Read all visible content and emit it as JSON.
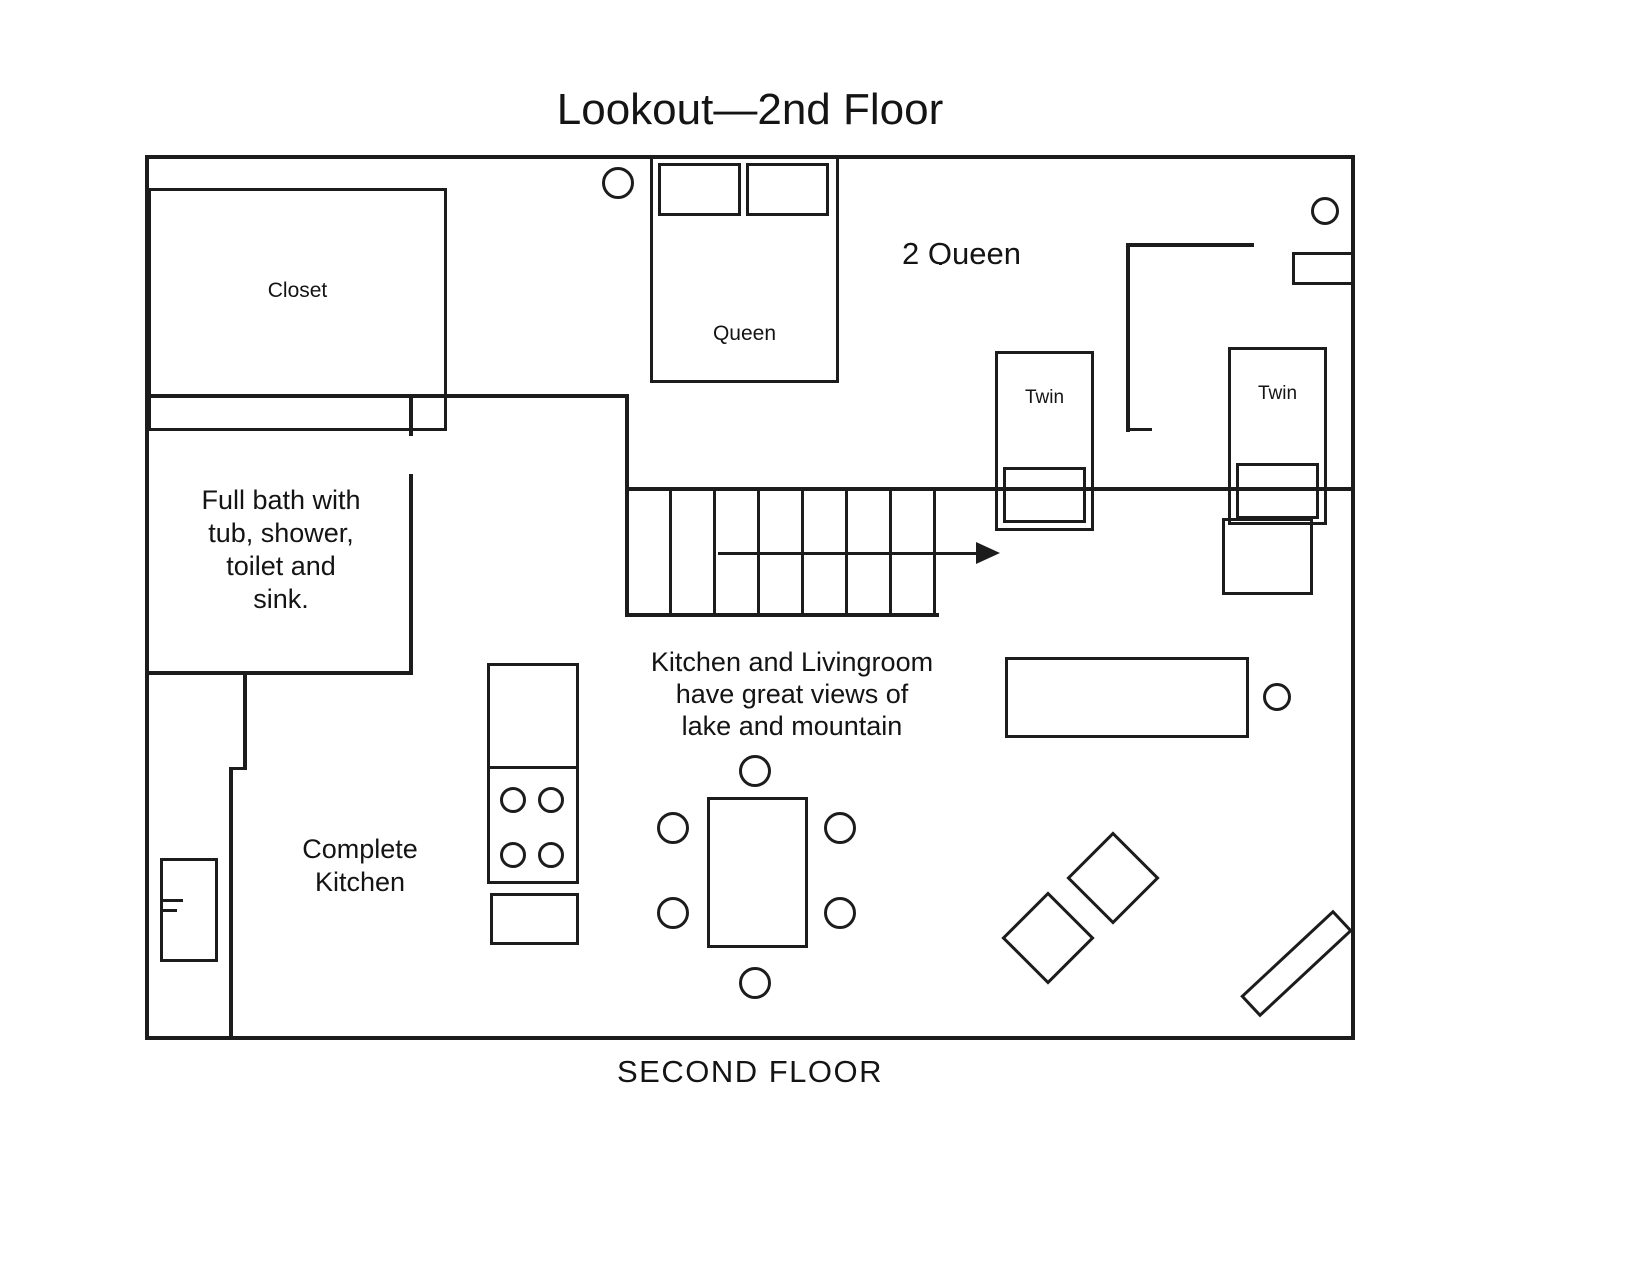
{
  "title": "Lookout—2nd Floor",
  "footer": "SECOND FLOOR",
  "rooms": {
    "closet": "Closet",
    "bathroom": "Full bath with\ntub, shower,\ntoilet and\nsink."
  },
  "beds": {
    "queen": "Queen",
    "queen_note": "2 Queen",
    "twin_left": "Twin",
    "twin_right": "Twin"
  },
  "notes": {
    "view": "Kitchen and Livingroom\nhave great views of\nlake and mountain",
    "kitchen": "Complete\nKitchen"
  },
  "colors": {
    "line": "#1c1c1c",
    "background": "#ffffff"
  }
}
